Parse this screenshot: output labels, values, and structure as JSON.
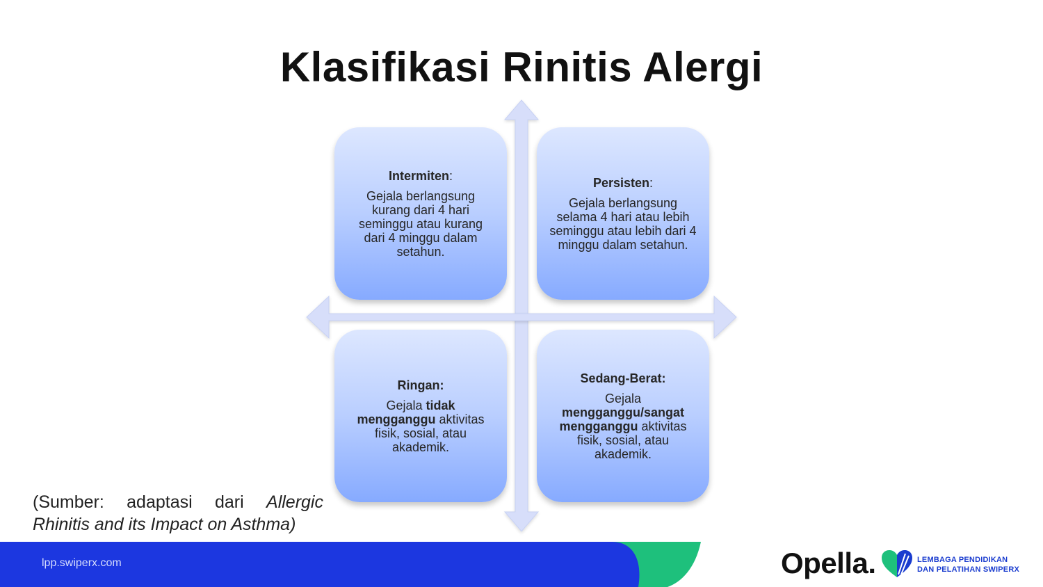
{
  "title": "Klasifikasi Rinitis Alergi",
  "quadrants": {
    "top_left": {
      "heading": "Intermiten",
      "heading_suffix": ":",
      "body": "Gejala berlangsung kurang dari 4 hari seminggu atau kurang dari 4 minggu dalam setahun."
    },
    "top_right": {
      "heading": "Persisten",
      "heading_suffix": ":",
      "body": "Gejala berlangsung selama 4 hari atau lebih seminggu atau lebih dari 4 minggu dalam setahun."
    },
    "bottom_left": {
      "heading": "Ringan:",
      "body_pre": "Gejala ",
      "body_bold": "tidak mengganggu",
      "body_post": " aktivitas fisik, sosial, atau akademik."
    },
    "bottom_right": {
      "heading": "Sedang-Berat:",
      "body_pre": "Gejala ",
      "body_bold": "mengganggu/sangat mengganggu",
      "body_post": " aktivitas fisik, sosial, atau akademik."
    }
  },
  "source": {
    "prefix": "(Sumber: adaptasi dari ",
    "italic": "Allergic Rhinitis and its Impact on Asthma)"
  },
  "footer": {
    "url": "lpp.swiperx.com",
    "brand": "Opella.",
    "institution_line1": "LEMBAGA PENDIDIKAN",
    "institution_line2": "DAN PELATIHAN SWIPERX"
  },
  "colors": {
    "footer_blue": "#1c37e0",
    "footer_green": "#1ec07c",
    "box_top": "#dde7ff",
    "box_bottom": "#86aaff",
    "axis": "#d7defa",
    "heart_green": "#1ec07c",
    "heart_blue": "#1a3ccf"
  }
}
